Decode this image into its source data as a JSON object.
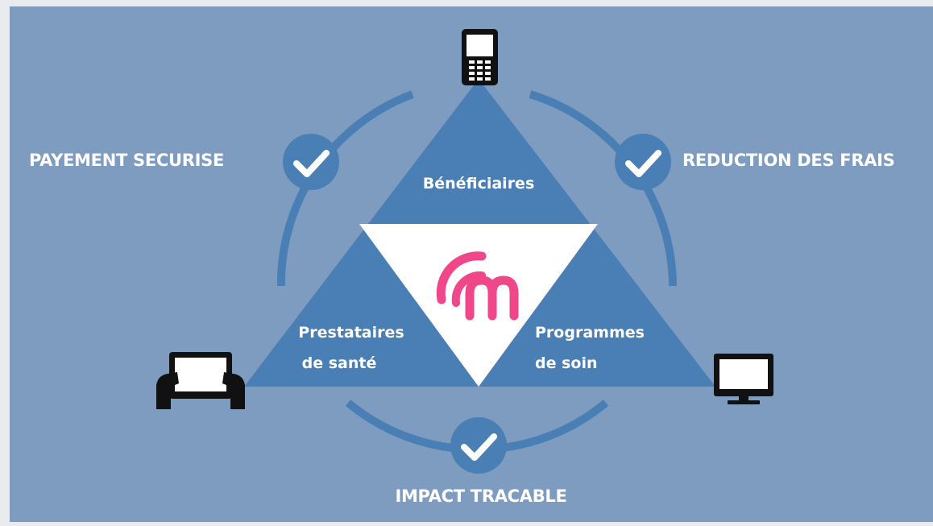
{
  "benefits": {
    "secure_payment": "PAYEMENT SECURISE",
    "cost_reduction": "REDUCTION DES FRAIS",
    "traceable_impact": "IMPACT TRACABLE"
  },
  "triangle": {
    "beneficiaries": "Bénéficiaires",
    "providers_line1": "Prestataires",
    "providers_line2": "de santé",
    "programs_line1": "Programmes",
    "programs_line2": "de soin"
  },
  "devices": [
    "mobile-phone-icon",
    "tablet-icon",
    "desktop-monitor-icon"
  ],
  "colors": {
    "background": "#7e9bc0",
    "triangle": "#4a7fb5",
    "ring": "#4a7fb5",
    "center": "#ffffff",
    "logo": "#f0478a",
    "device": "#111111"
  }
}
